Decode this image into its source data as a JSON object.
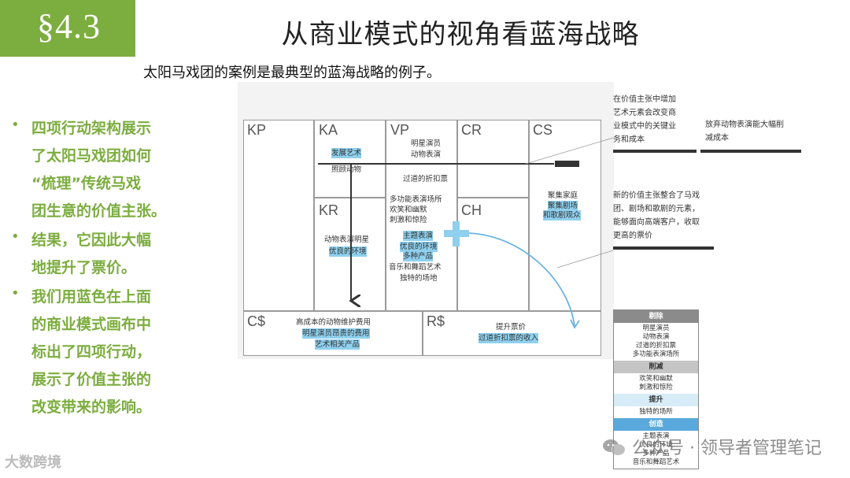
{
  "header": {
    "section": "§4.3",
    "title": "从商业模式的视角看蓝海战略",
    "subtitle": "太阳马戏团的案例是最典型的蓝海战略的例子。"
  },
  "bullets": [
    [
      "四项行动架构展示",
      "了太阳马戏团如何",
      "“梳理”传统马戏",
      "团生意的价值主张。"
    ],
    [
      "结果，它因此大幅",
      "地提升了票价。"
    ],
    [
      "我们用蓝色在上面",
      "的商业模式画布中",
      "标出了四项行动，",
      "展示了价值主张的",
      "改变带来的影响。"
    ]
  ],
  "canvas": {
    "labels": {
      "kp": "KP",
      "ka": "KA",
      "kr": "KR",
      "vp": "VP",
      "cr": "CR",
      "ch": "CH",
      "cs": "CS",
      "cost": "C$",
      "rev": "R$"
    },
    "ka": [
      "发展艺术",
      "照顾动物"
    ],
    "kr": [
      "动物表演明星",
      "优良的环境"
    ],
    "vp": [
      "明星演员",
      "动物表演",
      "过道的折扣票",
      "多功能表演场所",
      "欢笑和幽默",
      "刺激和惊险",
      "主题表演",
      "优良的环境",
      "多种产品",
      "音乐和舞蹈艺术",
      "独特的场地"
    ],
    "cs": [
      "聚集家庭",
      "聚集剧场",
      "和歌剧观众"
    ],
    "cost": [
      "高成本的动物维护费用",
      "明星演员昂贵的费用",
      "艺术相关产品"
    ],
    "rev": [
      "提升票价",
      "过道折扣票的收入"
    ]
  },
  "notes": {
    "n1": [
      "在价值主张中增加",
      "艺术元素会改变商",
      "业模式中的关键业",
      "务和成本"
    ],
    "n2": [
      "放弃动物表演能大幅削",
      "减成本"
    ],
    "n3": [
      "新的价值主张整合了马戏",
      "团、剧场和歌剧的元素，",
      "能够面向高端客户，收取",
      "更高的票价"
    ]
  },
  "errc": {
    "eliminate": {
      "title": "剔除",
      "items": [
        "明星演员",
        "动物表演",
        "过道的折扣票",
        "多功能表演场所"
      ]
    },
    "reduce": {
      "title": "削减",
      "items": [
        "欢笑和幽默",
        "刺激和惊险"
      ]
    },
    "raise": {
      "title": "提升",
      "items": [
        "独特的场所"
      ]
    },
    "create": {
      "title": "创造",
      "items": [
        "主题表演",
        "优良的环境",
        "多种产品",
        "音乐和舞蹈艺术"
      ]
    }
  },
  "watermark": "公众号 · 领导者管理笔记",
  "brand": "大数跨境",
  "colors": {
    "accent_green": "#7cad3f",
    "highlight_blue": "#8fd0ee",
    "arrow_blue": "#6ab4e0"
  }
}
